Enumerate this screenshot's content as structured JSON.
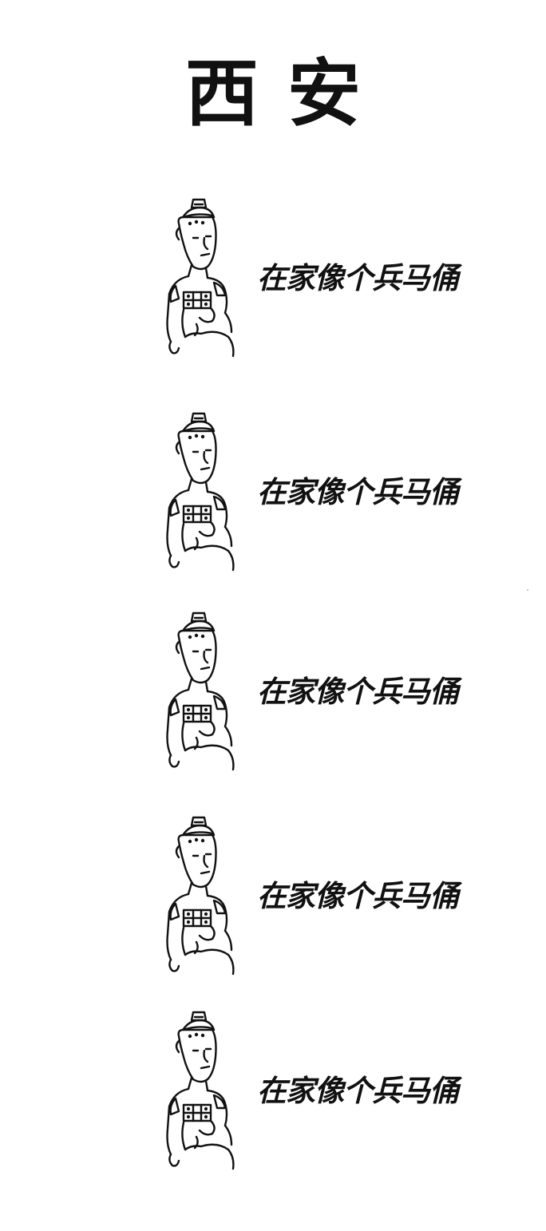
{
  "title": "西安",
  "figure_icon": "terracotta-warrior-icon",
  "panels": [
    {
      "caption": "在家像个兵马俑"
    },
    {
      "caption": "在家像个兵马俑"
    },
    {
      "caption": "在家像个兵马俑"
    },
    {
      "caption": "在家像个兵马俑"
    },
    {
      "caption": "在家像个兵马俑"
    }
  ],
  "ink_color": "#111111"
}
